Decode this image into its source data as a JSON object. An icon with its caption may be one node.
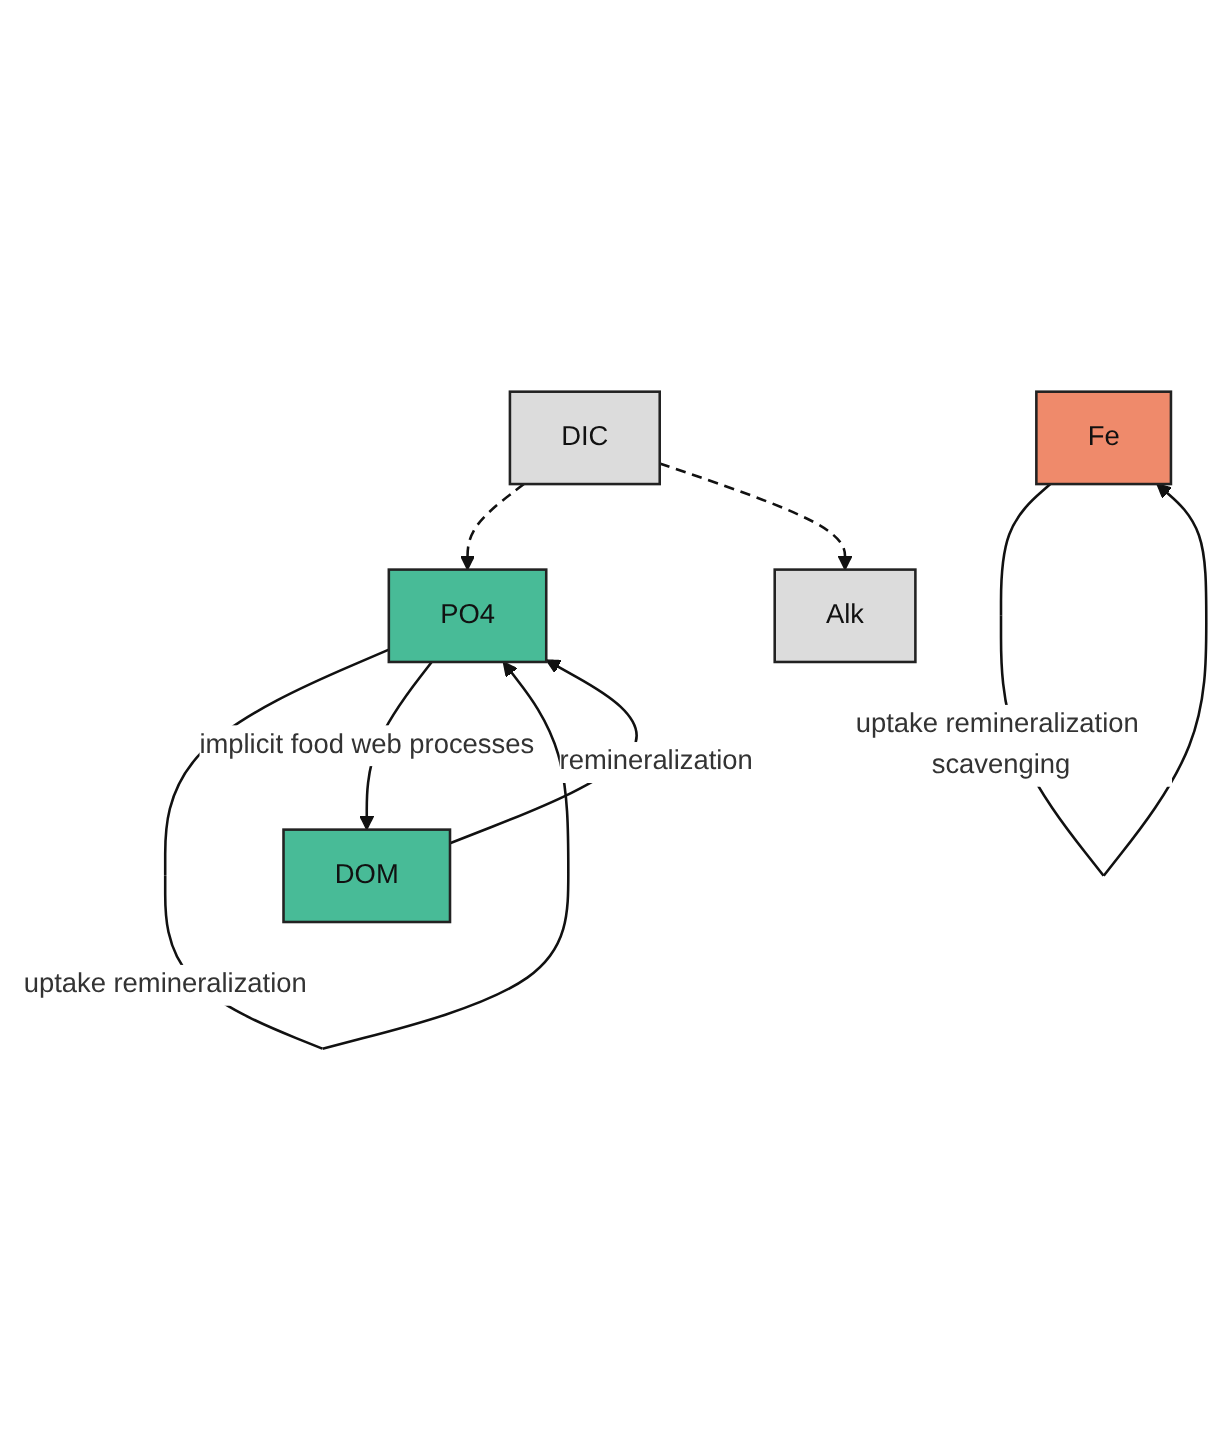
{
  "diagram": {
    "nodes": [
      {
        "text": [
          "PO4"
        ]
      },
      {
        "text": [
          "Fe"
        ]
      },
      {
        "text": [
          "DIC"
        ]
      },
      {
        "text": [
          "Alk"
        ]
      },
      {
        "text": [
          "DOM"
        ]
      }
    ],
    "edges": [
      {
        "from": 0,
        "to": 0,
        "arrow": "to",
        "label": "uptake remineralization"
      },
      {
        "from": 0,
        "to": 4,
        "arrow": "to",
        "label": "implicit food web processes"
      },
      {
        "from": 1,
        "to": 1,
        "arrow": "to",
        "label": "uptake remineralization scavenging"
      },
      {
        "from": 2,
        "to": 0,
        "arrow": "to",
        "style": "dashed"
      },
      {
        "from": 2,
        "to": 3,
        "arrow": "to",
        "style": "dashed"
      },
      {
        "from": 4,
        "to": 0,
        "arrow": "to",
        "label": "remineralization"
      }
    ]
  }
}
